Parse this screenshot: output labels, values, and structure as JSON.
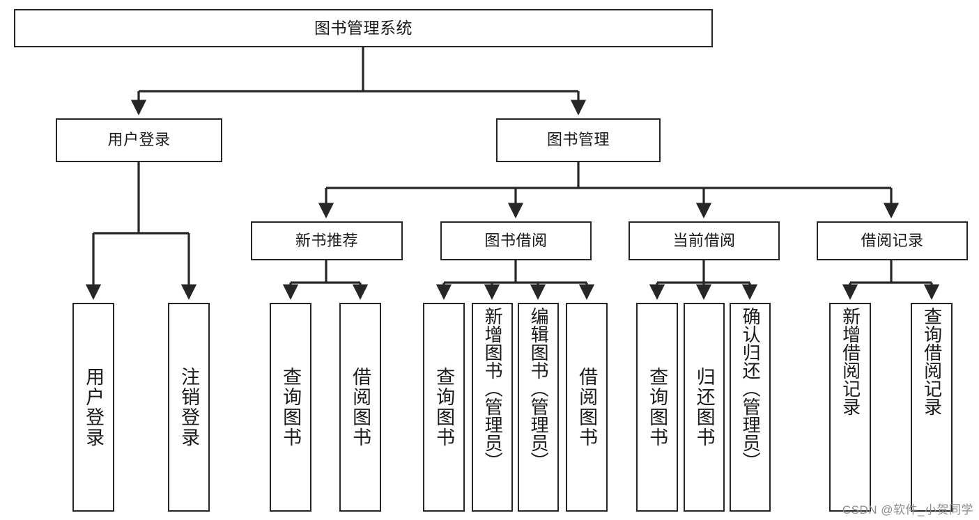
{
  "diagram": {
    "title": "图书管理系统",
    "type": "tree",
    "watermark": "CSDN @软件_小贺同学",
    "colors": {
      "stroke": "#262626",
      "fill": "#ffffff",
      "text": "#1a1a1a",
      "watermark": "#8d8d8d"
    },
    "nodes": {
      "root": {
        "label": "图书管理系统"
      },
      "level2": [
        {
          "id": "user-login",
          "label": "用户登录"
        },
        {
          "id": "book-manage",
          "label": "图书管理"
        }
      ],
      "level3": [
        {
          "id": "new-book-recommend",
          "label": "新书推荐"
        },
        {
          "id": "book-borrow",
          "label": "图书借阅"
        },
        {
          "id": "current-borrow",
          "label": "当前借阅"
        },
        {
          "id": "borrow-record",
          "label": "借阅记录"
        }
      ],
      "leaves": [
        {
          "id": "leaf-user-login",
          "label": "用户登录",
          "parent": "user-login"
        },
        {
          "id": "leaf-logout-login",
          "label": "注销登录",
          "parent": "user-login"
        },
        {
          "id": "leaf-query-book-1",
          "label": "查询图书",
          "parent": "new-book-recommend"
        },
        {
          "id": "leaf-borrow-book-1",
          "label": "借阅图书",
          "parent": "new-book-recommend"
        },
        {
          "id": "leaf-query-book-2",
          "label": "查询图书",
          "parent": "book-borrow"
        },
        {
          "id": "leaf-add-book",
          "label": "新增图书（管理员）",
          "parent": "book-borrow"
        },
        {
          "id": "leaf-edit-book",
          "label": "编辑图书（管理员）",
          "parent": "book-borrow"
        },
        {
          "id": "leaf-borrow-book-2",
          "label": "借阅图书",
          "parent": "book-borrow"
        },
        {
          "id": "leaf-query-book-3",
          "label": "查询图书",
          "parent": "current-borrow"
        },
        {
          "id": "leaf-return-book",
          "label": "归还图书",
          "parent": "current-borrow"
        },
        {
          "id": "leaf-confirm-return",
          "label": "确认归还（管理员）",
          "parent": "current-borrow"
        },
        {
          "id": "leaf-add-record",
          "label": "新增借阅记录",
          "parent": "borrow-record"
        },
        {
          "id": "leaf-query-record",
          "label": "查询借阅记录",
          "parent": "borrow-record"
        }
      ]
    }
  }
}
